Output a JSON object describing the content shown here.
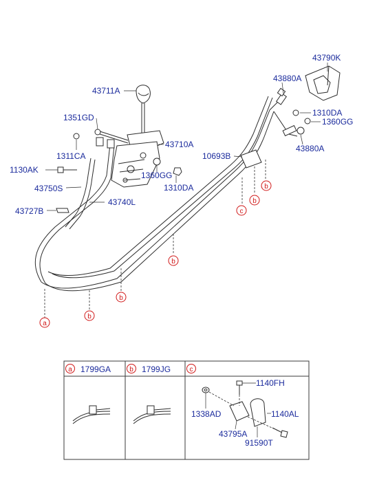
{
  "diagram": {
    "part_labels": {
      "p43790K": "43790K",
      "p43880A_top": "43880A",
      "p43711A": "43711A",
      "p1310DA_r": "1310DA",
      "p1360GG_r": "1360GG",
      "p1351GD": "1351GD",
      "p43880A_r": "43880A",
      "p43710A": "43710A",
      "p1311CA": "1311CA",
      "p10693B": "10693B",
      "p1130AK": "1130AK",
      "p1360GG_m": "1360GG",
      "p1310DA_m": "1310DA",
      "p43750S": "43750S",
      "p43740L": "43740L",
      "p43727B": "43727B"
    },
    "refs": {
      "a": "a",
      "b": "b",
      "c": "c"
    }
  },
  "legend_table": {
    "a_code": "1799GA",
    "b_code": "1799JG",
    "c_parts": {
      "p1140FH": "1140FH",
      "p1338AD": "1338AD",
      "p1140AL": "1140AL",
      "p43795A": "43795A",
      "p91590T": "91590T"
    }
  }
}
